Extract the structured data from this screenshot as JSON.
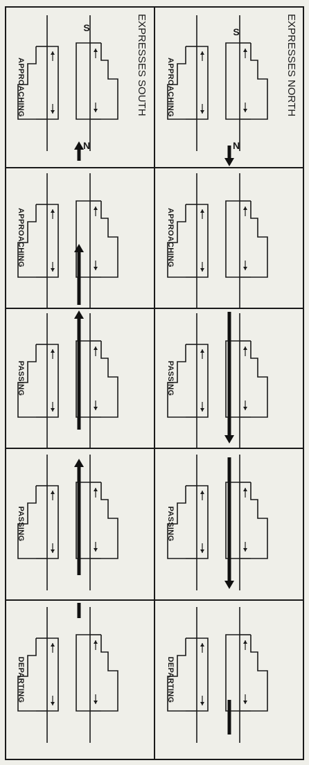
{
  "diagram": {
    "headers": {
      "north": "EXPRESSES NORTH",
      "south": "EXPRESSES SOUTH"
    },
    "compass": {
      "north_s": "S",
      "north_n": "N",
      "south_s": "S",
      "south_n": "N"
    },
    "north_labels": [
      "APPROACHING",
      "APPROACHING",
      "PASSING",
      "PASSING",
      "DEPARTING"
    ],
    "south_labels": [
      "APPROACHING",
      "APPROACHING",
      "PASSING",
      "PASSING",
      "DEPARTING"
    ]
  }
}
